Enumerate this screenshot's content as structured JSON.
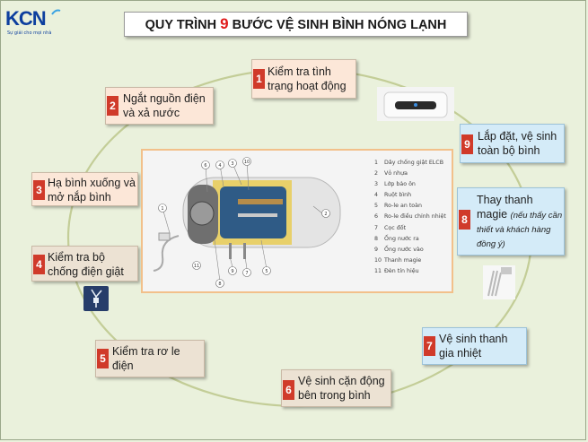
{
  "logo": {
    "text": "KCN",
    "tagline": "Sự giải cho mọi nhà"
  },
  "title": {
    "before": "QUY TRÌNH ",
    "number": "9",
    "after": " BƯỚC VỆ SINH BÌNH NÓNG LẠNH"
  },
  "steps": [
    {
      "n": "1",
      "text": "Kiểm tra tình trạng hoạt động"
    },
    {
      "n": "2",
      "text": "Ngắt nguồn điện và xả nước"
    },
    {
      "n": "3",
      "text": "Hạ bình xuống và mở nắp bình"
    },
    {
      "n": "4",
      "text": "Kiểm tra bộ chống điện giật"
    },
    {
      "n": "5",
      "text": "Kiểm tra rơ le điện"
    },
    {
      "n": "6",
      "text": "Vệ sinh cặn động bên trong bình"
    },
    {
      "n": "7",
      "text": "Vệ sinh thanh gia nhiệt"
    },
    {
      "n": "8",
      "text": "Thay thanh magie",
      "note": "(nếu thấy cần thiết và khách hàng đồng ý)"
    },
    {
      "n": "9",
      "text": "Lắp đặt, vệ sinh toàn bộ bình"
    }
  ],
  "parts": [
    {
      "n": "1",
      "label": "Dây chống giật ELCB"
    },
    {
      "n": "2",
      "label": "Vỏ nhựa"
    },
    {
      "n": "3",
      "label": "Lớp bảo ôn"
    },
    {
      "n": "4",
      "label": "Ruột bình"
    },
    {
      "n": "5",
      "label": "Ro-le an toàn"
    },
    {
      "n": "6",
      "label": "Ro-le điều chỉnh nhiệt"
    },
    {
      "n": "7",
      "label": "Cọc đốt"
    },
    {
      "n": "8",
      "label": "Ống nước ra"
    },
    {
      "n": "9",
      "label": "Ống nước vào"
    },
    {
      "n": "10",
      "label": "Thanh magie"
    },
    {
      "n": "11",
      "label": "Đèn tín hiệu"
    }
  ],
  "colors": {
    "badge": "#d03a2a",
    "cycle": "#c3cd97",
    "title_number": "#e01a1a",
    "logo": "#0d3f9e"
  }
}
